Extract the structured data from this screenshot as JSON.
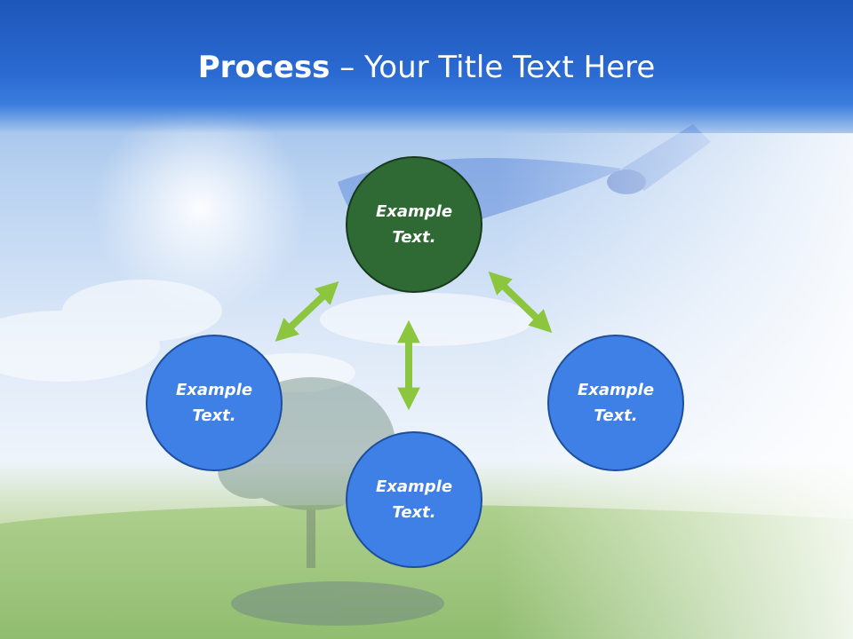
{
  "slide": {
    "title_strong": "Process",
    "title_rest": " – Your Title Text Here"
  },
  "colors": {
    "header_blue": "#2a6ad2",
    "node_blue": "#3e80e6",
    "node_green": "#2f6a34",
    "arrow_green": "#8cc63f"
  },
  "nodes": [
    {
      "id": "center-top",
      "label": "Example\nText.",
      "color": "green"
    },
    {
      "id": "left",
      "label": "Example\nText.",
      "color": "blue"
    },
    {
      "id": "bottom",
      "label": "Example\nText.",
      "color": "blue"
    },
    {
      "id": "right",
      "label": "Example\nText.",
      "color": "blue"
    }
  ],
  "arrows": [
    {
      "id": "top-left",
      "from": "center-top",
      "to": "left",
      "direction": "bidirectional"
    },
    {
      "id": "top-bottom",
      "from": "center-top",
      "to": "bottom",
      "direction": "bidirectional"
    },
    {
      "id": "top-right",
      "from": "center-top",
      "to": "right",
      "direction": "bidirectional"
    }
  ]
}
